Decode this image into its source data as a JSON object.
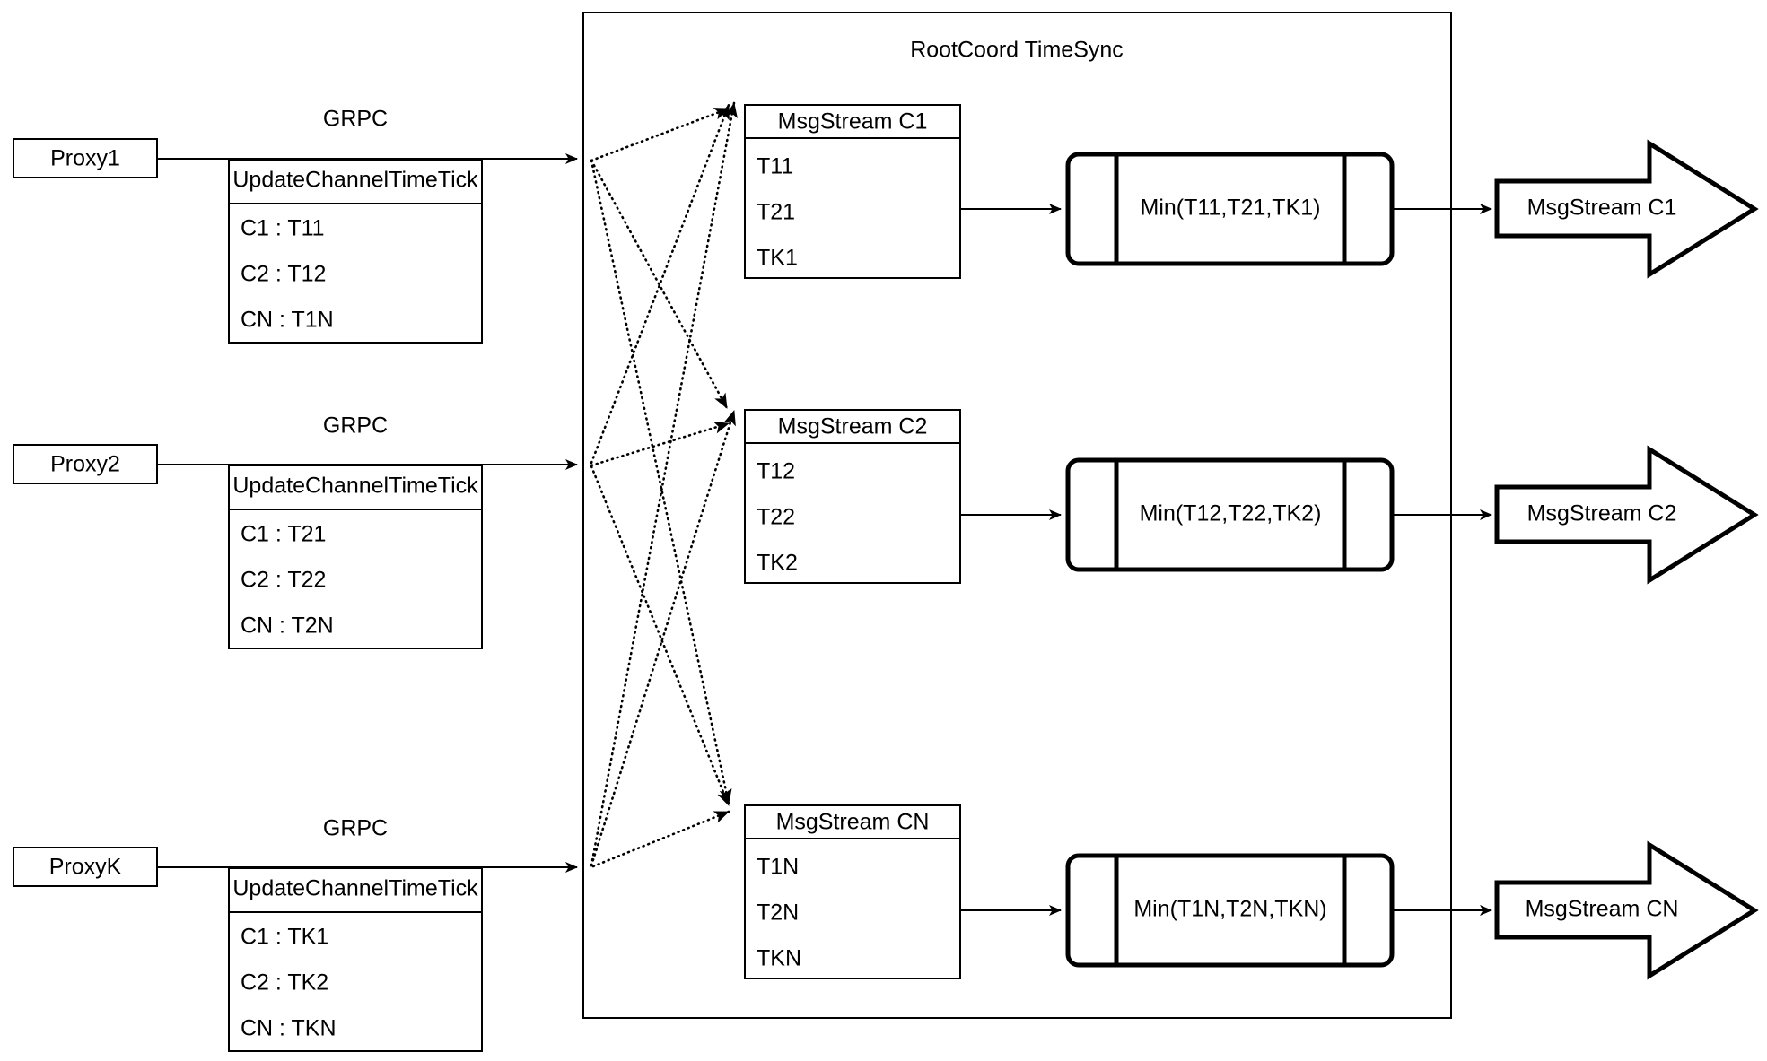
{
  "diagram": {
    "title": "RootCoord TimeSync",
    "container_label": "RootCoord TimeSync",
    "link_label": "GRPC",
    "proxies": [
      {
        "name": "Proxy1",
        "link_label": "GRPC",
        "request_title": "UpdateChannelTimeTick",
        "request_rows": [
          "C1 :  T11",
          "C2 :  T12",
          "CN : T1N"
        ]
      },
      {
        "name": "Proxy2",
        "link_label": "GRPC",
        "request_title": "UpdateChannelTimeTick",
        "request_rows": [
          "C1 :  T21",
          "C2 :  T22",
          "CN : T2N"
        ]
      },
      {
        "name": "ProxyK",
        "link_label": "GRPC",
        "request_title": "UpdateChannelTimeTick",
        "request_rows": [
          "C1 :  TK1",
          "C2 :  TK2",
          "CN : TKN"
        ]
      }
    ],
    "channels": [
      {
        "stream_title": "MsgStream C1",
        "stream_rows": [
          "T11",
          "T21",
          "TK1"
        ],
        "min_label": "Min(T11,T21,TK1)",
        "output_label": "MsgStream C1"
      },
      {
        "stream_title": "MsgStream C2",
        "stream_rows": [
          "T12",
          "T22",
          "TK2"
        ],
        "min_label": "Min(T12,T22,TK2)",
        "output_label": "MsgStream C2"
      },
      {
        "stream_title": "MsgStream CN",
        "stream_rows": [
          "T1N",
          "T2N",
          "TKN"
        ],
        "min_label": "Min(T1N,T2N,TKN)",
        "output_label": "MsgStream CN"
      }
    ],
    "colors": {
      "stroke": "#000000",
      "background": "#ffffff"
    }
  }
}
